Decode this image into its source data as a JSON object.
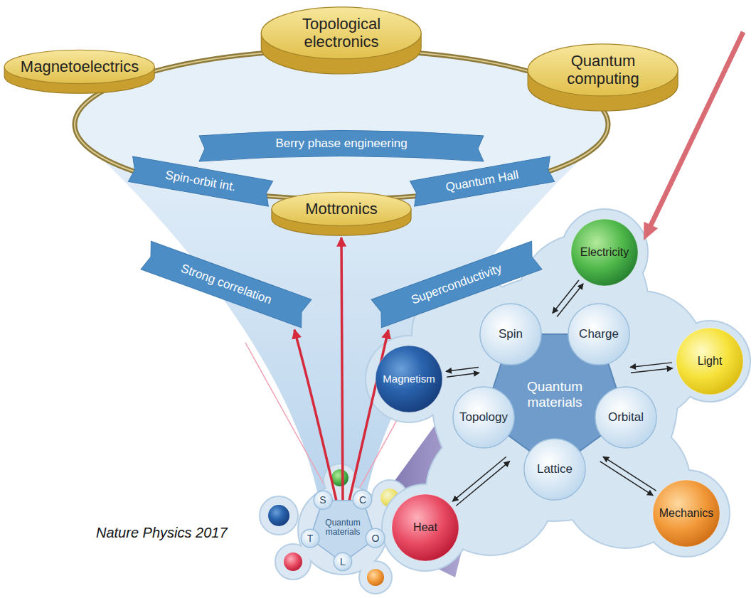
{
  "diagram": {
    "nodes": [
      {
        "text": [
          "Topological electronics"
        ]
      },
      {
        "text": [
          "Magnetoelectrics"
        ]
      },
      {
        "text": [
          "Quantum computing"
        ]
      },
      {
        "text": [
          "Berry phase engineering"
        ]
      },
      {
        "text": [
          "Spin-orbit int."
        ]
      },
      {
        "text": [
          "Quantum Hall"
        ]
      },
      {
        "text": [
          "Mottronics"
        ]
      },
      {
        "text": [
          "Strong correlation"
        ]
      },
      {
        "text": [
          "Superconductivity"
        ]
      },
      {
        "text": [
          "Electricity"
        ]
      },
      {
        "text": [
          "Magnetism"
        ]
      },
      {
        "text": [
          "Quantum materials"
        ]
      },
      {
        "text": [
          "Spin"
        ]
      },
      {
        "text": [
          "Charge"
        ]
      },
      {
        "text": [
          "Light"
        ]
      },
      {
        "text": [
          "Topology"
        ]
      },
      {
        "text": [
          "Orbital"
        ]
      },
      {
        "text": [
          "Lattice"
        ]
      },
      {
        "text": [
          "Heat"
        ]
      },
      {
        "text": [
          "Mechanics"
        ]
      },
      {
        "text": [
          "Quantum materials"
        ]
      },
      {
        "text": [
          "S"
        ]
      },
      {
        "text": [
          "C"
        ]
      },
      {
        "text": [
          "T"
        ]
      },
      {
        "text": [
          "O"
        ]
      },
      {
        "text": [
          "L"
        ]
      }
    ],
    "edges": [
      {
        "from": 20,
        "to": 7,
        "arrow": "to"
      },
      {
        "from": 20,
        "to": 6,
        "arrow": "to"
      },
      {
        "from": 20,
        "to": 8,
        "arrow": "to"
      },
      {
        "from": 9,
        "to": 11,
        "arrow": "both"
      },
      {
        "from": 14,
        "to": 11,
        "arrow": "both"
      },
      {
        "from": 19,
        "to": 11,
        "arrow": "both"
      },
      {
        "from": 18,
        "to": 11,
        "arrow": "both"
      },
      {
        "from": 10,
        "to": 11,
        "arrow": "both"
      }
    ],
    "labels": [
      "Nature Physics 2017"
    ]
  }
}
